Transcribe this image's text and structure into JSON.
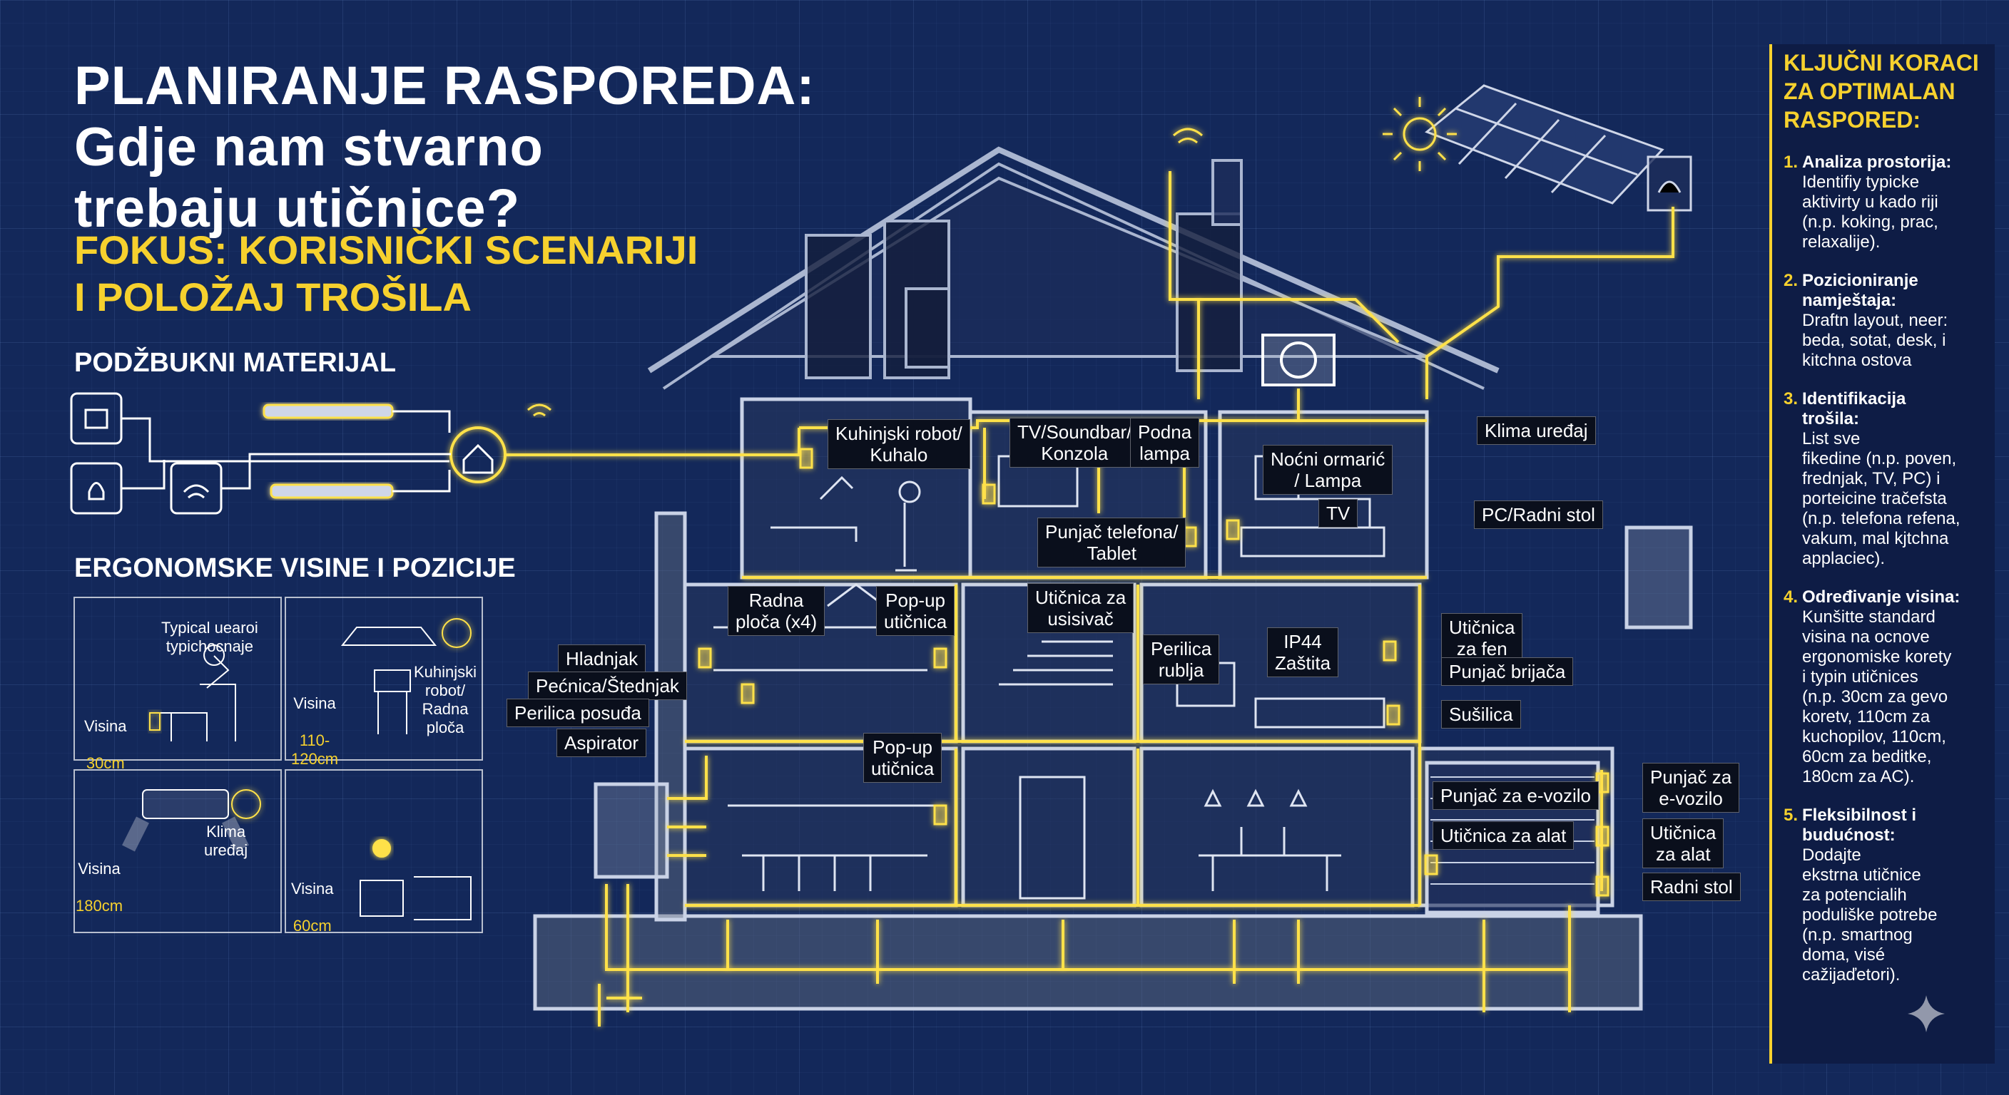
{
  "header": {
    "title_lines": [
      "PLANIRANJE RASPOREDA:",
      "Gdje nam stvarno",
      "trebaju utičnice?"
    ],
    "subtitle_lines": [
      "FOKUS: KORISNIČKI SCENARIJI",
      "I POLOŽAJ TROŠILA"
    ]
  },
  "sections": {
    "podzbukni": "PODŽBUKNI MATERIJAL",
    "ergonomske": "ERGONOMSKE VISINE I POZICIJE"
  },
  "ergonomics": {
    "typical": "Typical uearoi\ntypichocnaje",
    "visina30_label": "Visina",
    "visina30_value": "30cm",
    "kuhinjski": "Kuhinjski\nrobot/\nRadna\nploča",
    "visina110_label": "Visina",
    "visina110_value": "110-\n120cm",
    "klima": "Klima\nuređaj",
    "visina180_label": "Visina",
    "visina180_value": "180cm",
    "visina60_label": "Visina",
    "visina60_value": "60cm"
  },
  "house_labels": {
    "kuhinjski_robot": "Kuhinjski robot/\nKuhalo",
    "tv_soundbar": "TV/Soundbar/\nKonzola",
    "podna_lampa": "Podna\nlampa",
    "klima_uredaj": "Klima uređaj",
    "nocni_ormaric": "Noćni ormarić\n/ Lampa",
    "punjac_telefona": "Punjač telefona/\nTablet",
    "tv": "TV",
    "pc_radni_stol": "PC/Radni stol",
    "radna_ploca": "Radna\nploča (x4)",
    "popup_uticnica_1": "Pop-up\nutičnica",
    "uticnica_usisivac": "Utičnica za\nusisivač",
    "perilica_rublja": "Perilica\nrublja",
    "ip44": "IP44\nZaštita",
    "uticnica_fen": "Utičnica\nza fen",
    "punjac_brijaca": "Punjač brijača",
    "hladnjak": "Hladnjak",
    "pecnica": "Pećnica/Štednjak",
    "perilica_posuda": "Perilica posuđa",
    "aspirator": "Aspirator",
    "susilica": "Sušilica",
    "popup_uticnica_2": "Pop-up\nutičnica",
    "punjac_evozilo_1": "Punjač za e-vozilo",
    "punjac_evozilo_2": "Punjač za\ne-vozilo",
    "uticnica_alat_1": "Utičnica za alat",
    "uticnica_alat_2": "Utičnica\nza alat",
    "radni_stol": "Radni stol"
  },
  "panel": {
    "title": "KLJUČNI KORACI\nZA OPTIMALAN\nRASPORED:",
    "steps": [
      {
        "num": "1.",
        "head": "Analiza prostorija:",
        "body": "Identifiy typicke\naktivirty u kado riji\n(n.p. koking, prac,\nrelaxalije)."
      },
      {
        "num": "2.",
        "head": "Pozicioniranje\nnamještaja:",
        "body": "Draftn layout, neer:\nbeda, sotat, desk, i\nkitchna ostova"
      },
      {
        "num": "3.",
        "head": "Identifikacija\ntrošila:",
        "body": "List sve\nfikedine (n.p. poven,\nfrednjak, TV, PC) i\nporteicine tračefsta\n(n.p. telefona refena,\nvakum, mal kjtchna\napplaciec)."
      },
      {
        "num": "4.",
        "head": "Određivanje visina:",
        "body": "Kunšitte standard\nvisina na ocnove\nergonomiske korety\ni typin utičnices\n(n.p. 30cm za gevo\nkoretv, 110cm za\nkuchopilov, 110cm,\n60cm za beditke,\n180cm za AC)."
      },
      {
        "num": "5.",
        "head": "Fleksibilnost i\nbudućnost:",
        "body": "Dodajte\nekstrna utičnice\nza potencialih\npoduliške potrebe\n(n.p. smartnog\ndoma, visé\ncažijaďetori)."
      }
    ]
  },
  "colors": {
    "background": "#13285a",
    "accent": "#f6d12e",
    "wire": "#ffe14a",
    "house": "#8e9ab5"
  }
}
